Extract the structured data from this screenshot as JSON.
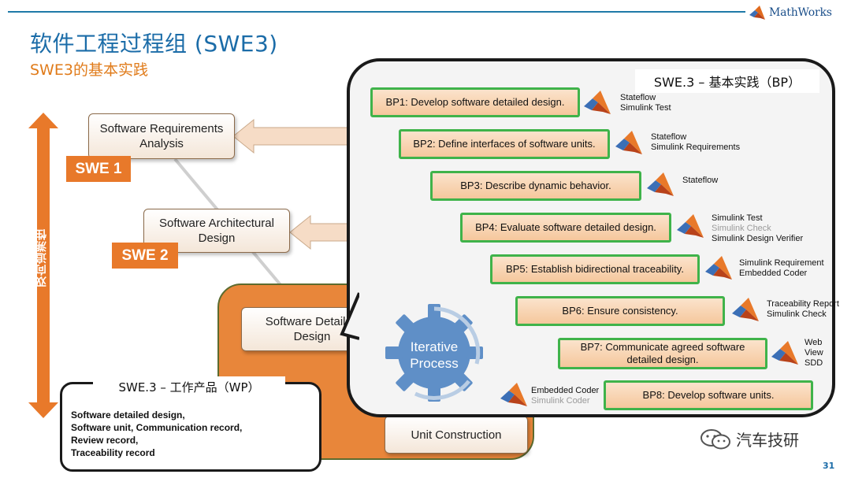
{
  "header": {
    "logo_text": "MathWorks",
    "title": "软件工程过程组 (SWE3)",
    "subtitle": "SWE3的基本实践"
  },
  "traceability": {
    "label": "双向追溯性"
  },
  "process_boxes": [
    {
      "label": "Software Requirements Analysis",
      "badge": "SWE 1"
    },
    {
      "label": "Software Architectural Design",
      "badge": "SWE 2"
    },
    {
      "label": "Software Detailed Design"
    },
    {
      "label": "Unit Construction"
    }
  ],
  "bp_panel": {
    "title": "SWE.3 – 基本实践（BP）",
    "items": [
      {
        "label": "BP1: Develop software detailed design.",
        "tools": [
          "Stateflow",
          "Simulink Test"
        ],
        "dim_tools": []
      },
      {
        "label": "BP2: Define interfaces of software units.",
        "tools": [
          "Stateflow",
          "Simulink Requirements"
        ],
        "dim_tools": []
      },
      {
        "label": "BP3: Describe dynamic behavior.",
        "tools": [
          "Stateflow"
        ],
        "dim_tools": []
      },
      {
        "label": "BP4: Evaluate software detailed design.",
        "tools": [
          "Simulink Test",
          "Simulink Check",
          "Simulink Design Verifier"
        ],
        "dim_tools": [
          1
        ]
      },
      {
        "label": "BP5: Establish bidirectional traceability.",
        "tools": [
          "Simulink Requirement",
          "Embedded Coder"
        ],
        "dim_tools": []
      },
      {
        "label": "BP6: Ensure consistency.",
        "tools": [
          "Traceability Report",
          "Simulink Check"
        ],
        "dim_tools": []
      },
      {
        "label": "BP7: Communicate agreed software detailed design.",
        "tools": [
          "Web",
          "View",
          "SDD"
        ],
        "dim_tools": []
      },
      {
        "label": "BP8: Develop software units.",
        "tools": [
          "Embedded Coder",
          "Simulink Coder"
        ],
        "dim_tools": [
          1
        ]
      }
    ],
    "cycle_label": "Iterative Process"
  },
  "work_products": {
    "title": "SWE.3 – 工作产品（WP）",
    "items": [
      "Software detailed design,",
      "Software unit, Communication record,",
      "Review record,",
      "Traceability record"
    ]
  },
  "footer": {
    "watermark": "汽车技研",
    "page_number": "31"
  },
  "colors": {
    "accent_blue": "#1b6ca8",
    "accent_orange": "#e8792a",
    "bp_border": "#3fb34a"
  },
  "icons": [
    "matlab-membrane-icon",
    "wechat-icon"
  ]
}
